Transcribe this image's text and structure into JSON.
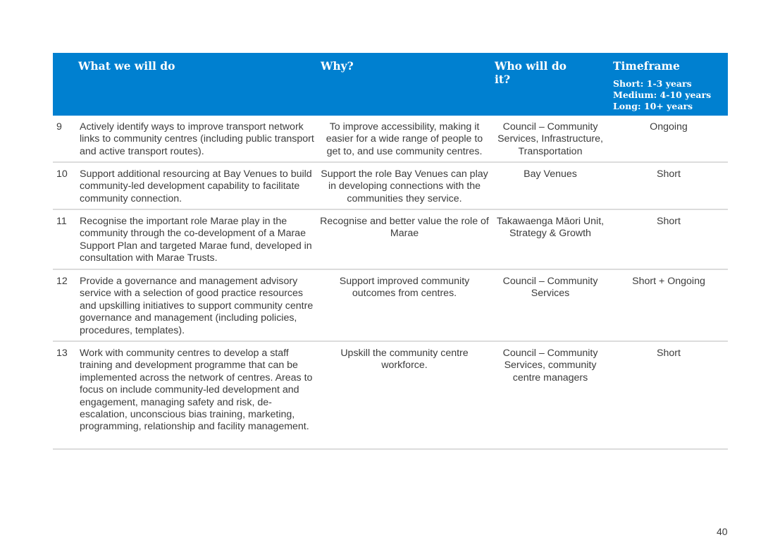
{
  "header": {
    "what": "What we will do",
    "why": "Why?",
    "who": "Who will do it?",
    "timeframe": "Timeframe",
    "short": "Short: 1-3 years",
    "medium": "Medium: 4-10 years",
    "long": "Long: 10+ years"
  },
  "rows": [
    {
      "num": "9",
      "what": "Actively identify ways to improve transport network links to community centres (including public transport and active transport routes).",
      "why": "To improve accessibility, making it easier for a wide range of people to get to, and use community centres.",
      "who": "Council – Community Services, Infrastructure, Transportation",
      "timeframe": "Ongoing"
    },
    {
      "num": "10",
      "what": "Support additional resourcing at Bay Venues to build community-led development capability to facilitate community connection.",
      "why": "Support the role Bay Venues can play in developing connections with the communities they service.",
      "who": "Bay Venues",
      "timeframe": "Short"
    },
    {
      "num": "11",
      "what": "Recognise the important role Marae play in the community through the co-development of a Marae Support Plan and targeted Marae fund, developed in consultation with Marae Trusts.",
      "why": "Recognise and better value the role of Marae",
      "who": "Takawaenga Māori Unit, Strategy & Growth",
      "timeframe": "Short"
    },
    {
      "num": "12",
      "what": "Provide a governance and management advisory service with a selection of good practice resources and upskilling initiatives to support community centre governance and management (including policies, procedures, templates).",
      "why": "Support improved community outcomes from centres.",
      "who": "Council – Community Services",
      "timeframe": "Short + Ongoing"
    },
    {
      "num": "13",
      "what": "Work with community centres to develop a staff training and development programme that can be implemented across the network of centres. Areas to focus on include community-led development and engagement, managing safety and risk, de-escalation, unconscious bias training, marketing, programming, relationship and facility management.",
      "why": "Upskill the community centre workforce.",
      "who": "Council – Community Services, community centre managers",
      "timeframe": "Short"
    }
  ],
  "page_number": "40"
}
